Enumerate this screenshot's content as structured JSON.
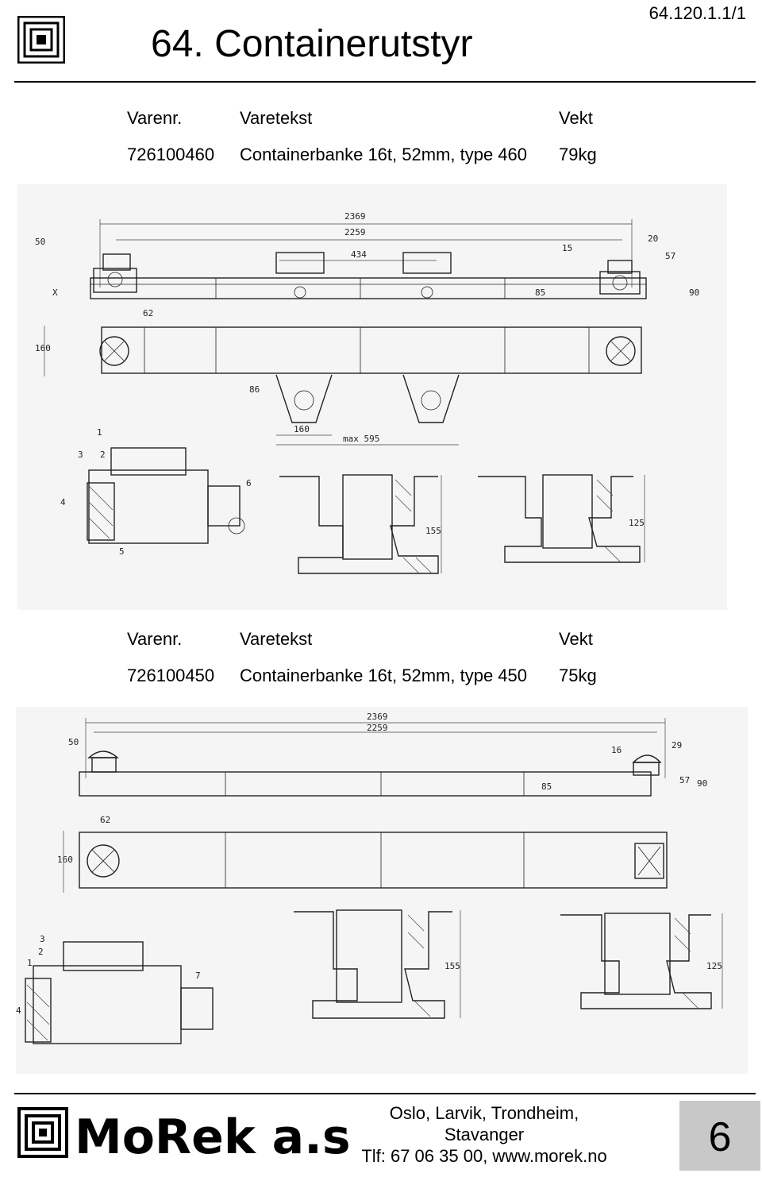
{
  "header": {
    "title": "64. Containerutstyr",
    "doc_number": "64.120.1.1/1",
    "logo_icon": "concentric-square-logo-icon"
  },
  "columns": {
    "varenr": "Varenr.",
    "varetekst": "Varetekst",
    "vekt": "Vekt"
  },
  "products": [
    {
      "varenr": "726100460",
      "varetekst": "Containerbanke 16t, 52mm, type 460",
      "vekt": "79kg",
      "drawing": {
        "dims": [
          "2369",
          "2259",
          "434",
          "50",
          "15",
          "20",
          "57",
          "85",
          "90",
          "62",
          "160",
          "86",
          "160",
          "max 595",
          "155",
          "125"
        ],
        "callouts": [
          "X",
          "1",
          "2",
          "3",
          "4",
          "5",
          "6"
        ]
      }
    },
    {
      "varenr": "726100450",
      "varetekst": "Containerbanke 16t, 52mm, type 450",
      "vekt": "75kg",
      "drawing": {
        "dims": [
          "2369",
          "2259",
          "50",
          "16",
          "29",
          "57",
          "85",
          "90",
          "62",
          "160",
          "155",
          "125"
        ],
        "callouts": [
          "1",
          "2",
          "3",
          "4",
          "7"
        ]
      }
    }
  ],
  "footer": {
    "brand": "MoRek a.s",
    "city_line1": "Oslo, Larvik, Trondheim,",
    "city_line2": "Stavanger",
    "contact": "Tlf: 67 06 35 00, www.morek.no",
    "page_number": "6",
    "page_box_color": "#c8c8c8"
  }
}
